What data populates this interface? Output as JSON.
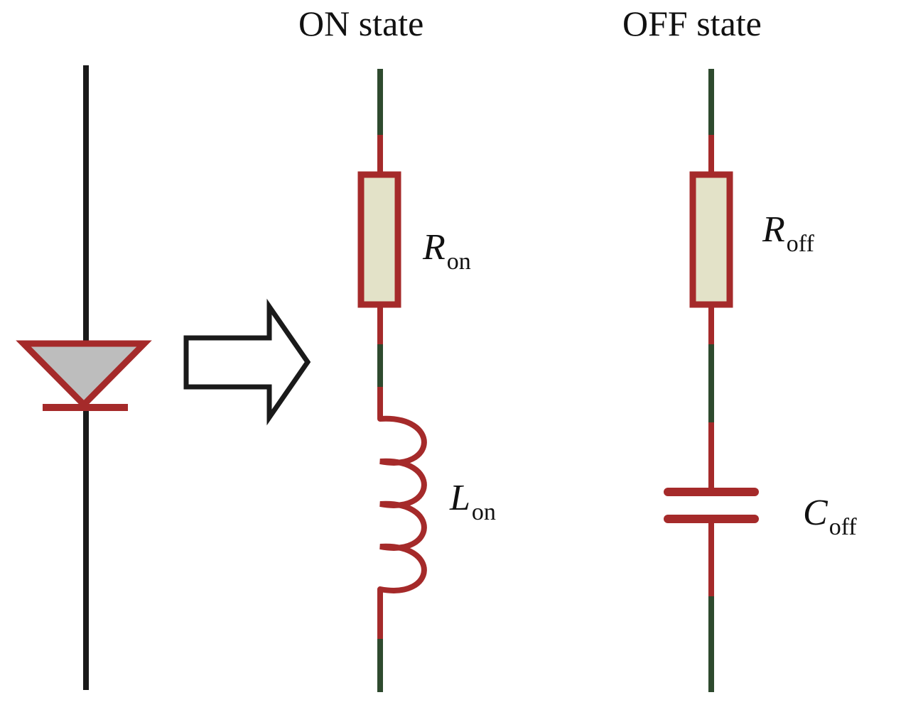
{
  "headings": {
    "on": "ON state",
    "off": "OFF state"
  },
  "labels": {
    "r_on": {
      "symbol": "R",
      "sub": "on"
    },
    "l_on": {
      "symbol": "L",
      "sub": "on"
    },
    "r_off": {
      "symbol": "R",
      "sub": "off"
    },
    "c_off": {
      "symbol": "C",
      "sub": "off"
    }
  },
  "icons": {
    "diode": "diode-icon",
    "arrow": "right-arrow-icon",
    "resistor": "resistor-icon",
    "inductor": "inductor-icon",
    "capacitor": "capacitor-icon"
  },
  "colors": {
    "wire_dark": "#1a1a1a",
    "wire_green": "#2e4a2e",
    "component_red": "#a52a2a",
    "resistor_fill": "#e3e2c8",
    "diode_fill": "#bdbdbd",
    "text": "#111111"
  }
}
